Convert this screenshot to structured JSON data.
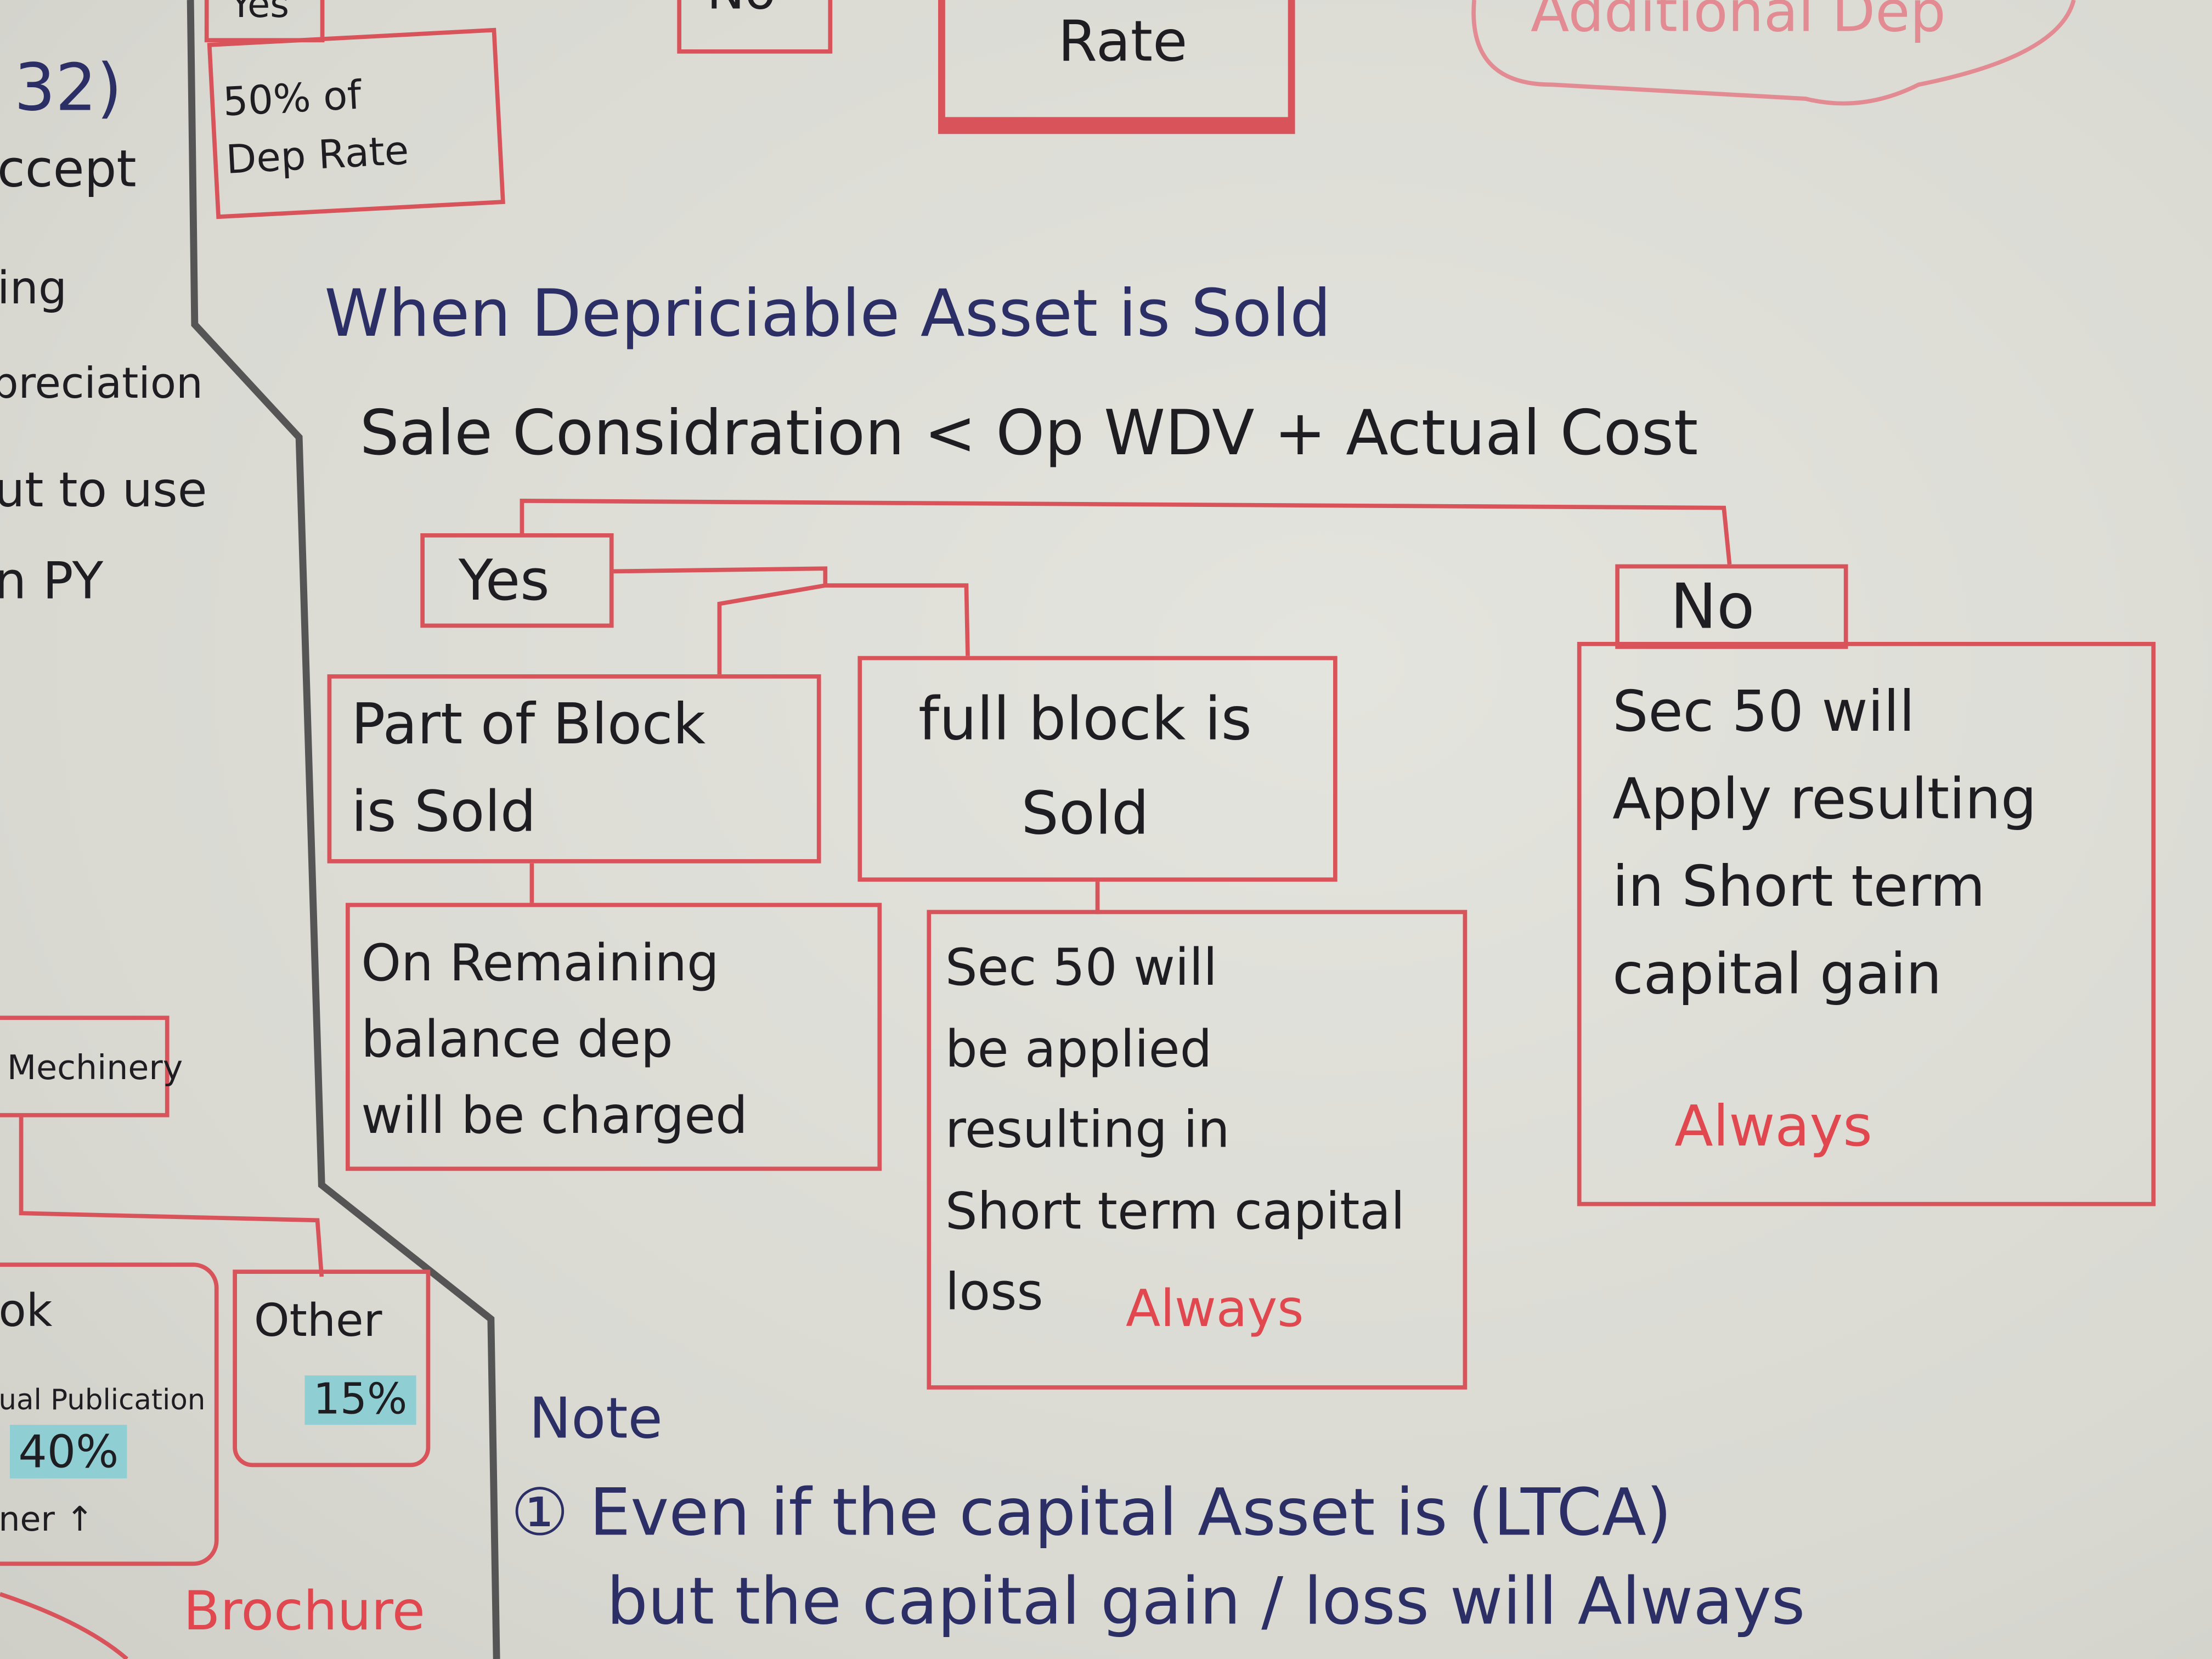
{
  "top_fragments": {
    "yes_label": "Yes",
    "half_rate": "50% of\nDep Rate",
    "no_label": "No",
    "rate": "Rate",
    "additional_dep": "Additional Dep"
  },
  "left_margin": {
    "section_ref": "32)",
    "lines": [
      "ccept",
      "ing",
      "preciation",
      "ut to use",
      "n PY"
    ],
    "machinery": "Mechinery",
    "book": "ok",
    "annual_publication": "ual Publication",
    "book_rate": "40%",
    "other_label": "Other",
    "other_rate": "15%",
    "other_note": "ner ↑",
    "brochure": "Brochure"
  },
  "diagram": {
    "title": "When Depriciable Asset is Sold",
    "condition": "Sale Considration < Op WDV + Actual Cost",
    "yes": "Yes",
    "no": "No",
    "part_block": "Part of Block\nis Sold",
    "full_block": "full block is\nSold",
    "part_result": "On Remaining\nbalance dep\nwill be charged",
    "full_result": "Sec 50 will\nbe applied\nresulting in\nShort term capital\nloss",
    "full_result_emphasis": "Always",
    "no_result": "Sec 50 will\nApply resulting\nin Short term\ncapital gain",
    "no_result_emphasis": "Always"
  },
  "note": {
    "heading": "Note",
    "line1": "① Even if the capital Asset is (LTCA)",
    "line2": "but the capital gain / loss will Always"
  },
  "colors": {
    "ink_blue": "#2c2f66",
    "ink_black": "#1e1e22",
    "pen_red": "#d9535a",
    "highlight": "#8fcfd3"
  }
}
